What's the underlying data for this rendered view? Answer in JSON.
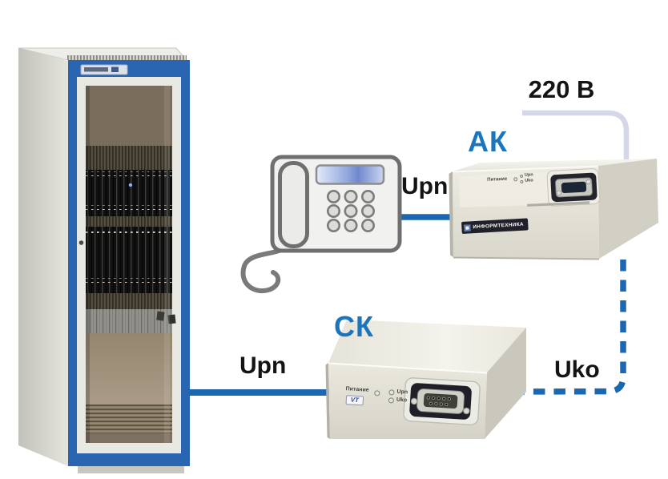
{
  "scene": {
    "background": "#ffffff",
    "colors": {
      "link_line": "#1b67b2",
      "device_label": "#1b75bc",
      "power_cord": "#d5d7e9",
      "cabinet_frame": "#2a65b2",
      "label_text": "#141414",
      "background": "#ffffff"
    },
    "labels": {
      "power_220v": "220 В",
      "device_ak": "АК",
      "device_ck": "СК",
      "link_upn_phone": "Upn",
      "link_upn_cabinet": "Upn",
      "link_uko": "Uko"
    },
    "ak_panel": {
      "power": "Питание",
      "led_upn": "Upn",
      "led_uko": "Uko",
      "brand": "ИНФОРМТЕХНИКА"
    },
    "ck_panel": {
      "power": "Питание",
      "led_upn": "Upn",
      "led_uko": "Uko",
      "logo": "VT"
    }
  }
}
